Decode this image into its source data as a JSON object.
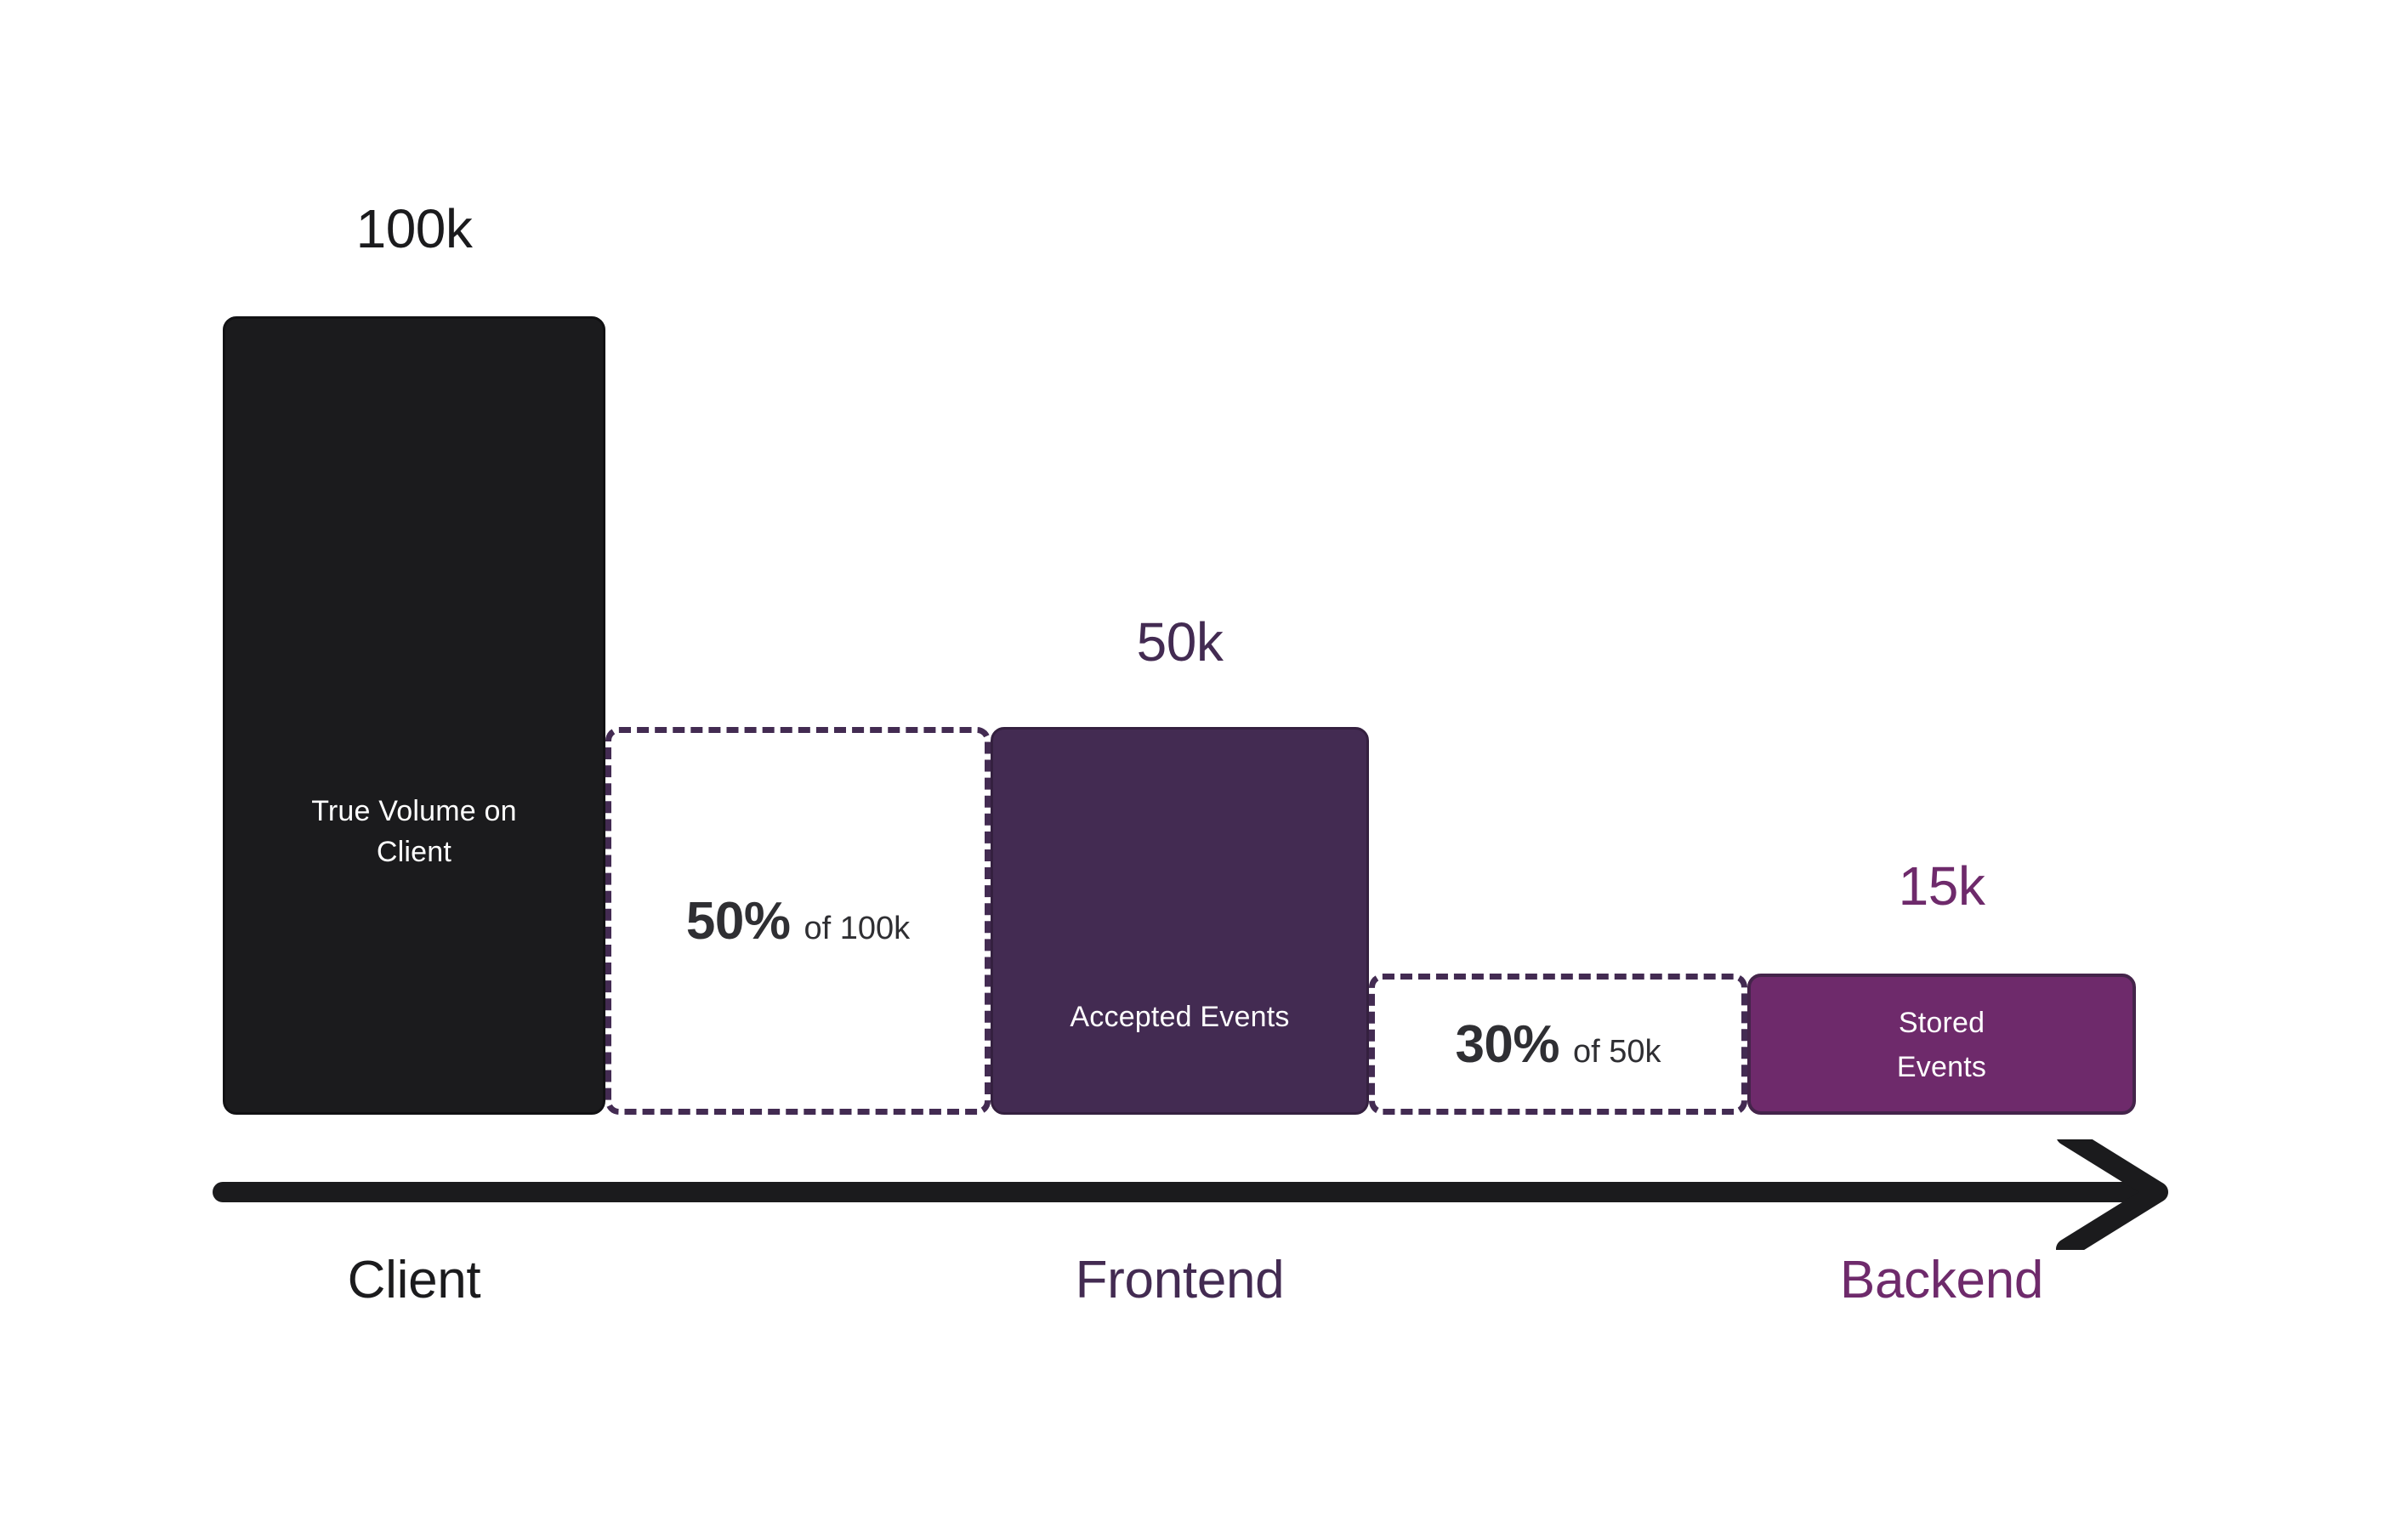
{
  "chart_data": {
    "type": "bar",
    "title": "",
    "subtitle": "",
    "xlabel": "",
    "ylabel": "",
    "orientation": "vertical",
    "grid": false,
    "legend": "none",
    "axis": {
      "type": "arrow",
      "direction": "left-to-right",
      "color": "#1b1b1d",
      "tick_labels": [
        "Client",
        "Frontend",
        "Backend"
      ]
    },
    "categories": [
      "Client",
      "Frontend",
      "Backend"
    ],
    "values": [
      100000,
      50000,
      15000
    ],
    "value_labels": [
      "100k",
      "50k",
      "15k"
    ],
    "bar_labels": [
      "True Volume on Client",
      "Accepted Events",
      "Stored Events"
    ],
    "bar_colors": [
      "#1b1b1d",
      "#432b52",
      "#6e2a6b"
    ],
    "annotations": [
      {
        "percent": "50%",
        "of": "of 100k",
        "from": "Client",
        "to": "Frontend",
        "style": "dashed-outline"
      },
      {
        "percent": "30%",
        "of": "of 50k",
        "from": "Frontend",
        "to": "Backend",
        "style": "dashed-outline"
      }
    ]
  },
  "stages": [
    {
      "key": "client",
      "value_label": "100k",
      "bar_label_line1": "True Volume on",
      "bar_label_line2": "Client",
      "axis_label": "Client",
      "color": "#1b1b1d"
    },
    {
      "key": "frontend",
      "value_label": "50k",
      "bar_label_line1": "Accepted Events",
      "bar_label_line2": "",
      "axis_label": "Frontend",
      "color": "#432b52"
    },
    {
      "key": "backend",
      "value_label": "15k",
      "bar_label_line1": "Stored",
      "bar_label_line2": "Events",
      "axis_label": "Backend",
      "color": "#6e2a6b"
    }
  ],
  "dropoffs": [
    {
      "key": "client-to-frontend",
      "percent": "50%",
      "of_text": "of 100k"
    },
    {
      "key": "frontend-to-backend",
      "percent": "30%",
      "of_text": "of 50k"
    }
  ],
  "colors": {
    "background": "#ffffff",
    "client": "#1b1b1d",
    "frontend": "#432b52",
    "backend": "#6e2a6b",
    "dashed_stroke": "#432b52",
    "drop_text": "#2f2f33",
    "axis": "#1b1b1d"
  }
}
